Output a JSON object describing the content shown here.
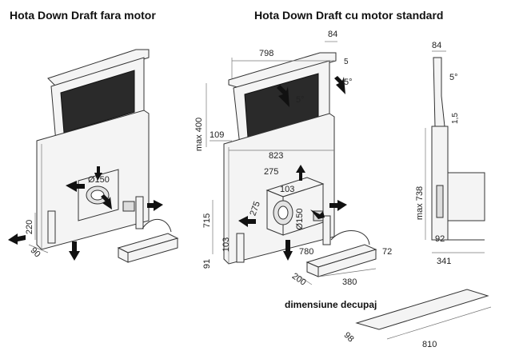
{
  "headings": {
    "left": "Hota Down Draft fara motor",
    "middle": "Hota Down Draft cu motor standard",
    "cutout": "dimensiune decupaj"
  },
  "left_dims": {
    "diameter": "Ø150",
    "height": "220",
    "width": "90"
  },
  "middle_dims": {
    "top_width": "798",
    "depth_top": "84",
    "offset_top": "5",
    "angle": "5°",
    "angle_inner": "5°",
    "max_height": "max 400",
    "lip": "109",
    "body_width": "823",
    "motor_w": "275",
    "motor_w2": "103",
    "motor_d": "275",
    "diameter": "Ø150",
    "height_715": "715",
    "base_91": "91",
    "base_103": "103",
    "box_780": "780",
    "box_72": "72",
    "box_200": "200",
    "box_380": "380"
  },
  "side_dims": {
    "top": "84",
    "angle": "5°",
    "small": "1,5",
    "max_height": "max 738",
    "bottom": "92",
    "overall": "341"
  },
  "cutout_dims": {
    "length": "810",
    "width": "98"
  }
}
